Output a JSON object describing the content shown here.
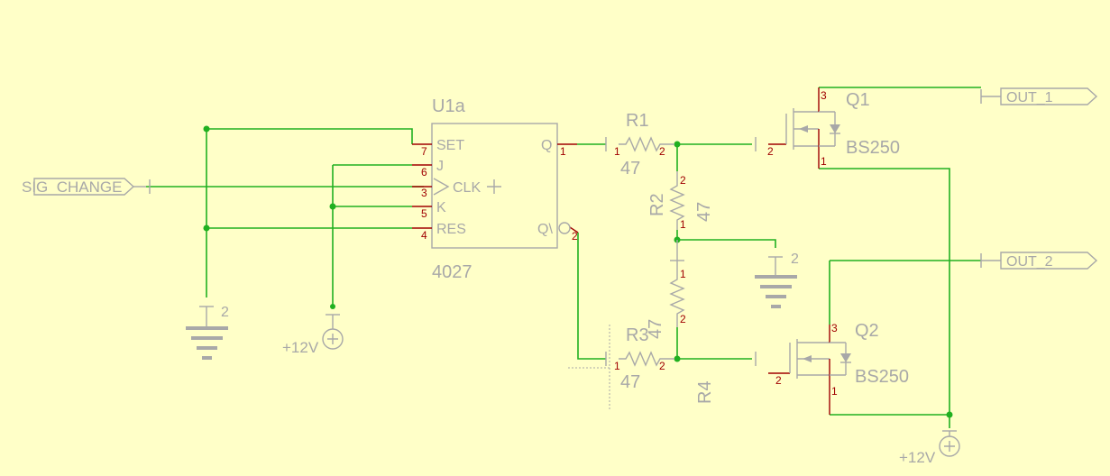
{
  "ic": {
    "ref": "U1a",
    "part": "4027",
    "pins": {
      "set": "SET",
      "j": "J",
      "clk": "CLK",
      "k": "K",
      "res": "RES",
      "q": "Q",
      "qn": "Q\\"
    },
    "pin_numbers": {
      "set": "7",
      "j": "6",
      "clk": "3",
      "k": "5",
      "res": "4",
      "q": "1",
      "qn": "2"
    }
  },
  "resistors": {
    "r1": {
      "ref": "R1",
      "value": "47",
      "p1": "1",
      "p2": "2"
    },
    "r2": {
      "ref": "R2",
      "value": "47",
      "p1": "1",
      "p2": "2"
    },
    "r3": {
      "ref": "R3",
      "value": "47",
      "p1": "1",
      "p2": "2"
    },
    "r4": {
      "ref": "R4",
      "value": "47",
      "p1": "1",
      "p2": "2"
    }
  },
  "transistors": {
    "q1": {
      "ref": "Q1",
      "part": "BS250",
      "gate": "2",
      "drain": "3",
      "source": "1"
    },
    "q2": {
      "ref": "Q2",
      "part": "BS250",
      "gate": "2",
      "drain": "3",
      "source": "1"
    }
  },
  "ports": {
    "input": "SIG_CHANGE",
    "out1": "OUT_1",
    "out2": "OUT_2"
  },
  "power": {
    "v1": "+12V",
    "v2": "+12V"
  },
  "grounds": {
    "g1": "2",
    "g2": "2"
  },
  "colors": {
    "background": "#ffffc8",
    "wire": "#20b020",
    "symbol": "#a8a8a8",
    "pin": "#a00000"
  }
}
